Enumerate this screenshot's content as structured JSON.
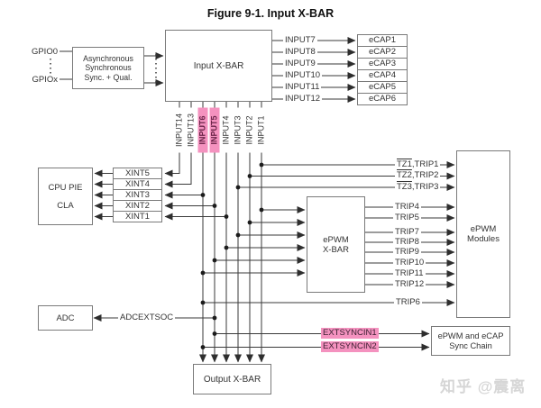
{
  "title": "Figure 9-1. Input X-BAR",
  "gpio": {
    "first": "GPIO0",
    "last": "GPIOx"
  },
  "boxes": {
    "sync_qual": [
      "Asynchronous",
      "Synchronous",
      "Sync. + Qual."
    ],
    "input_xbar": "Input X-BAR",
    "cpu_pie": [
      "CPU PIE",
      "CLA"
    ],
    "epwm_xbar": [
      "ePWM",
      "X-BAR"
    ],
    "epwm_modules": [
      "ePWM",
      "Modules"
    ],
    "adc": "ADC",
    "sync_chain": [
      "ePWM and eCAP",
      "Sync Chain"
    ],
    "output_xbar": "Output X-BAR"
  },
  "ecap": [
    "eCAP1",
    "eCAP2",
    "eCAP3",
    "eCAP4",
    "eCAP5",
    "eCAP6"
  ],
  "inputs_to_ecap": [
    "INPUT7",
    "INPUT8",
    "INPUT9",
    "INPUT10",
    "INPUT11",
    "INPUT12"
  ],
  "xint": [
    "XINT5",
    "XINT4",
    "XINT3",
    "XINT2",
    "XINT1"
  ],
  "vertical_inputs": [
    {
      "label": "INPUT14",
      "highlight": false
    },
    {
      "label": "INPUT13",
      "highlight": false
    },
    {
      "label": "INPUT6",
      "highlight": true
    },
    {
      "label": "INPUT5",
      "highlight": true
    },
    {
      "label": "INPUT4",
      "highlight": false
    },
    {
      "label": "INPUT3",
      "highlight": false
    },
    {
      "label": "INPUT2",
      "highlight": false
    },
    {
      "label": "INPUT1",
      "highlight": false
    }
  ],
  "tz_trips": [
    {
      "bar": "TZ1",
      "rest": ",TRIP1"
    },
    {
      "bar": "TZ2",
      "rest": ",TRIP2"
    },
    {
      "bar": "TZ3",
      "rest": ",TRIP3"
    }
  ],
  "trips": [
    "TRIP4",
    "TRIP5",
    "TRIP7",
    "TRIP8",
    "TRIP9",
    "TRIP10",
    "TRIP11",
    "TRIP12"
  ],
  "trip6": "TRIP6",
  "adcextsoc": "ADCEXTSOC",
  "extsync": [
    "EXTSYNCIN1",
    "EXTSYNCIN2"
  ],
  "watermark": "知乎 @震离",
  "colors": {
    "highlight": "#F492BF",
    "line": "#3A3A3A",
    "box_border": "#7A7A7A",
    "watermark": "#D6D6D6"
  }
}
